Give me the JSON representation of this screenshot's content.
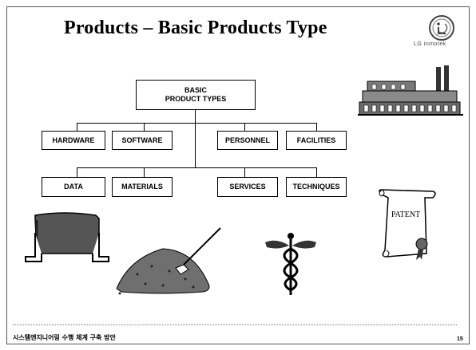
{
  "slide": {
    "title": "Products – Basic Products Type",
    "logo_text": "LG inmotek",
    "footer_text": "시스템엔지니어링 수행 체계 구축 방안",
    "page_number": "15"
  },
  "diagram": {
    "root": {
      "line1": "BASIC",
      "line2": "PRODUCT TYPES"
    },
    "row1": [
      "HARDWARE",
      "SOFTWARE",
      "PERSONNEL",
      "FACILITIES"
    ],
    "row2": [
      "DATA",
      "MATERIALS",
      "SERVICES",
      "TECHNIQUES"
    ]
  },
  "illustrations": {
    "patent_label": "PATENT",
    "icons": [
      "factory-illustration",
      "hardware-bracket-illustration",
      "materials-pile-illustration",
      "caduceus-illustration",
      "patent-scroll-illustration"
    ]
  },
  "colors": {
    "ink": "#000000",
    "shade": "#6a6a6a",
    "frame": "#555555"
  }
}
